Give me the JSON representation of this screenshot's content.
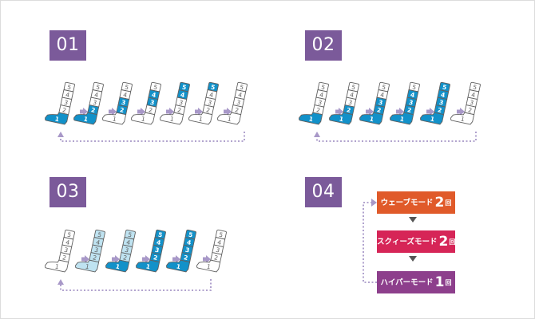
{
  "colors": {
    "badge": "#7b5a9a",
    "active": "#1291c9",
    "light_fill": "#bfe3f1",
    "outline": "#606060",
    "arrow": "#a898c8",
    "wave": "#e05a2a",
    "squeeze": "#d62557",
    "hyper": "#8d3f8c"
  },
  "panels": [
    {
      "number": "01",
      "boots": [
        {
          "states": [
            "active",
            "none",
            "none",
            "none",
            "none"
          ]
        },
        {
          "states": [
            "active",
            "active",
            "none",
            "none",
            "none"
          ]
        },
        {
          "states": [
            "none",
            "active",
            "active",
            "none",
            "none"
          ]
        },
        {
          "states": [
            "none",
            "none",
            "active",
            "active",
            "none"
          ]
        },
        {
          "states": [
            "none",
            "none",
            "none",
            "active",
            "active"
          ]
        },
        {
          "states": [
            "none",
            "none",
            "none",
            "none",
            "active"
          ]
        },
        {
          "states": [
            "none",
            "none",
            "none",
            "none",
            "none"
          ]
        }
      ]
    },
    {
      "number": "02",
      "boots": [
        {
          "states": [
            "active",
            "none",
            "none",
            "none",
            "none"
          ]
        },
        {
          "states": [
            "active",
            "active",
            "none",
            "none",
            "none"
          ]
        },
        {
          "states": [
            "active",
            "active",
            "active",
            "none",
            "none"
          ]
        },
        {
          "states": [
            "active",
            "active",
            "active",
            "active",
            "none"
          ]
        },
        {
          "states": [
            "active",
            "active",
            "active",
            "active",
            "active"
          ]
        },
        {
          "states": [
            "none",
            "none",
            "none",
            "none",
            "none"
          ]
        }
      ]
    },
    {
      "number": "03",
      "boots": [
        {
          "states": [
            "none",
            "none",
            "none",
            "none",
            "none"
          ]
        },
        {
          "states": [
            "light",
            "light",
            "light",
            "light",
            "light"
          ]
        },
        {
          "states": [
            "active",
            "light",
            "light",
            "light",
            "light"
          ]
        },
        {
          "states": [
            "active",
            "active",
            "active",
            "active",
            "active"
          ]
        },
        {
          "states": [
            "active",
            "active",
            "active",
            "active",
            "active"
          ]
        },
        {
          "states": [
            "none",
            "none",
            "none",
            "none",
            "none"
          ]
        }
      ]
    },
    {
      "number": "04",
      "modes": [
        {
          "label": "ウェーブモード",
          "count": "2",
          "unit": "回",
          "color": "#e05a2a"
        },
        {
          "label": "スクィーズモード",
          "count": "2",
          "unit": "回",
          "color": "#d62557"
        },
        {
          "label": "ハイパーモード",
          "count": "1",
          "unit": "回",
          "color": "#8d3f8c"
        }
      ]
    }
  ]
}
